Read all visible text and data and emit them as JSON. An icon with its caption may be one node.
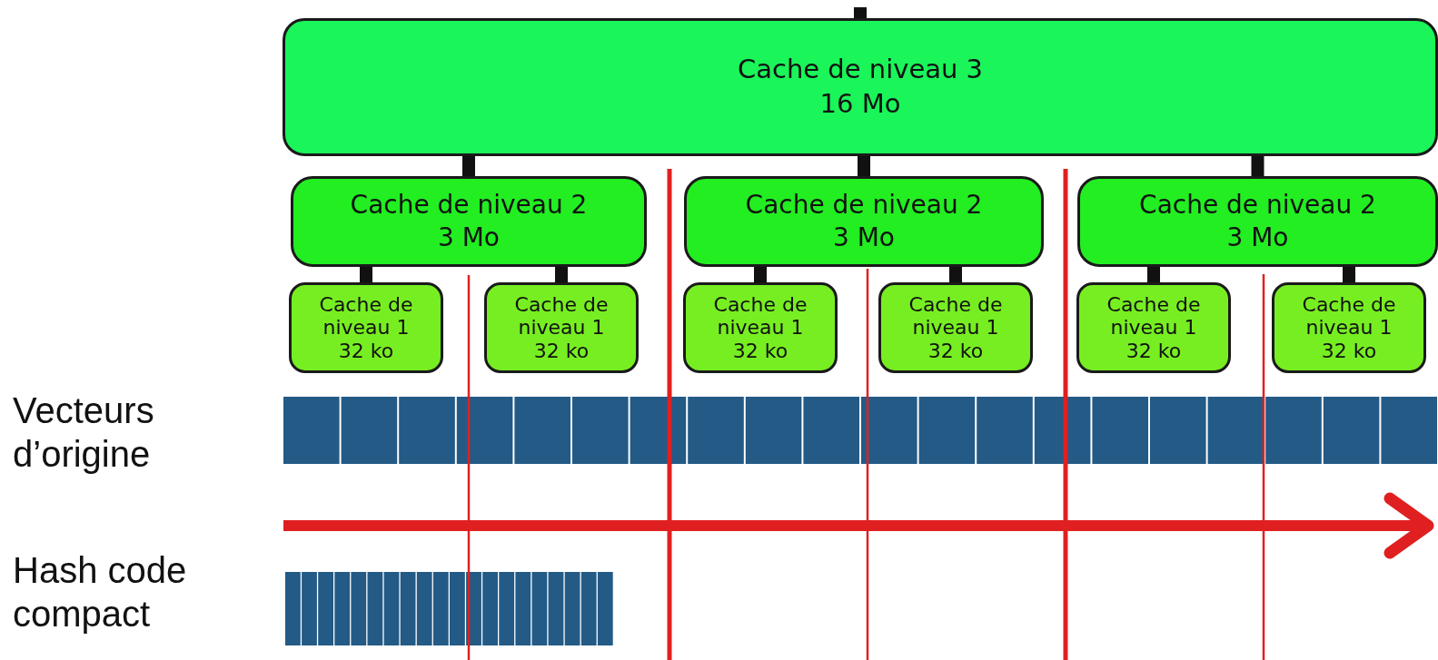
{
  "diagram": {
    "nodes": [
      {
        "text": [
          "Cache de niveau 3",
          "16 Mo"
        ]
      },
      {
        "text": [
          "Cache de niveau 2",
          "3 Mo"
        ]
      },
      {
        "text": [
          "Cache de niveau 2",
          "3 Mo"
        ]
      },
      {
        "text": [
          "Cache de niveau 2",
          "3 Mo"
        ]
      },
      {
        "text": [
          "Cache de niveau 1",
          "32 ko"
        ]
      },
      {
        "text": [
          "Cache de niveau 1",
          "32 ko"
        ]
      },
      {
        "text": [
          "Cache de niveau 1",
          "32 ko"
        ]
      },
      {
        "text": [
          "Cache de niveau 1",
          "32 ko"
        ]
      },
      {
        "text": [
          "Cache de niveau 1",
          "32 ko"
        ]
      },
      {
        "text": [
          "Cache de niveau 1",
          "32 ko"
        ]
      }
    ],
    "edges": [
      {
        "from": null,
        "to": 0,
        "arrow": "none"
      },
      {
        "from": 0,
        "to": 1,
        "arrow": "none"
      },
      {
        "from": 0,
        "to": 2,
        "arrow": "none"
      },
      {
        "from": 0,
        "to": 3,
        "arrow": "none"
      },
      {
        "from": 1,
        "to": 4,
        "arrow": "none"
      },
      {
        "from": 1,
        "to": 5,
        "arrow": "none"
      },
      {
        "from": 2,
        "to": 6,
        "arrow": "none"
      },
      {
        "from": 2,
        "to": 7,
        "arrow": "none"
      },
      {
        "from": 3,
        "to": 8,
        "arrow": "none"
      },
      {
        "from": 3,
        "to": 9,
        "arrow": "none"
      }
    ],
    "labels": [
      "Vecteurs d’origine",
      "Hash code compact"
    ]
  }
}
